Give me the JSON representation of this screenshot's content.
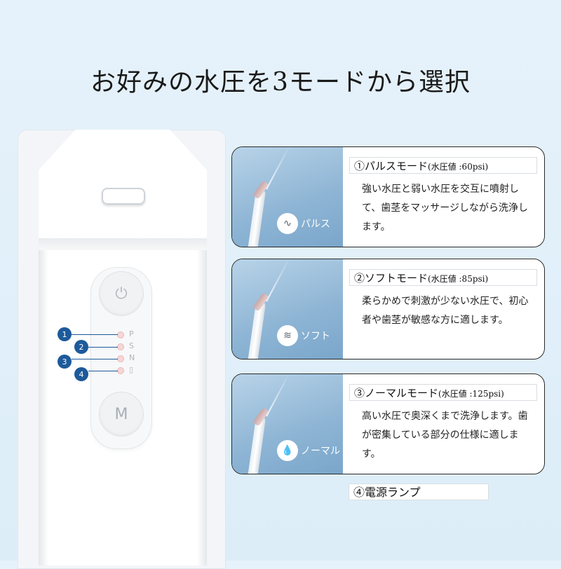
{
  "title": "お好みの水圧を3モードから選択",
  "device": {
    "power_icon": "⏻",
    "mode_button_label": "M",
    "led_letters": [
      "P",
      "S",
      "N",
      "▯"
    ],
    "badges": [
      "1",
      "2",
      "3",
      "4"
    ]
  },
  "modes": [
    {
      "heading": "①パルスモード",
      "pressure": "(水圧値 :60psi)",
      "chip_label": "パルス",
      "chip_icon": "pulse-icon",
      "chip_glyph": "∿",
      "description": "強い水圧と弱い水圧を交互に噴射して、歯茎をマッサージしながら洗浄します。"
    },
    {
      "heading": "②ソフトモード",
      "pressure": "(水圧値 :85psi)",
      "chip_label": "ソフト",
      "chip_icon": "steam-icon",
      "chip_glyph": "≋",
      "description": "柔らかめで刺激が少ない水圧で、初心者や歯茎が敏感な方に適します。"
    },
    {
      "heading": "③ノーマルモード",
      "pressure": "(水圧値 :125psi)",
      "chip_label": "ノーマル",
      "chip_icon": "droplet-icon",
      "chip_glyph": "💧",
      "description": "高い水圧で奥深くまで洗浄します。歯が密集している部分の仕様に適します。"
    }
  ],
  "power_lamp": "④電源ランプ",
  "colors": {
    "background": "#e3f0fa",
    "badge": "#1d5a9a",
    "card_image": "#8db4d4"
  }
}
